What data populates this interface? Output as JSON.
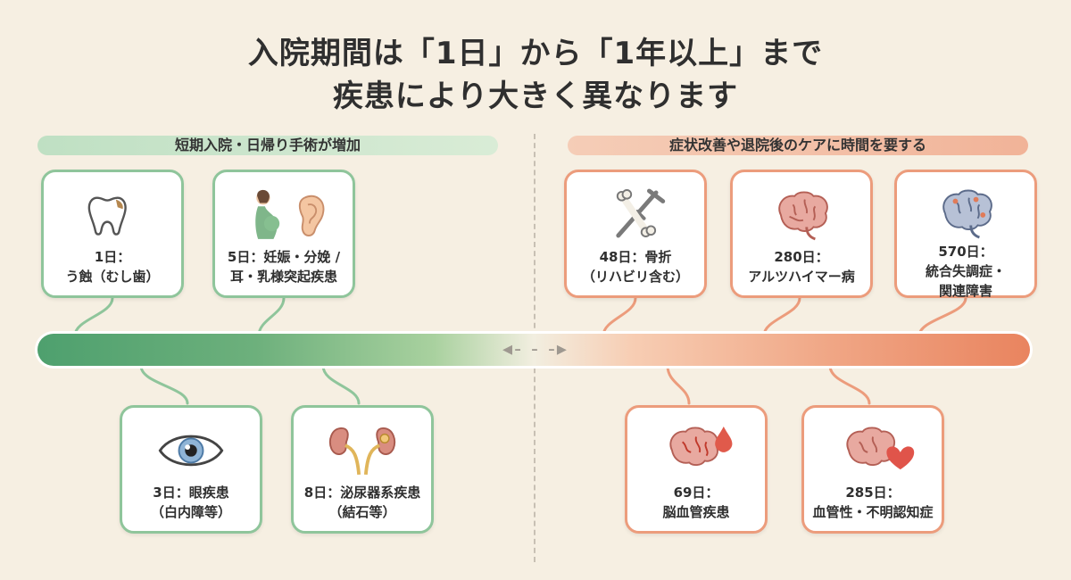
{
  "title": {
    "line1": "入院期間は「1日」から「1年以上」まで",
    "line2": "疾患により大きく異なります"
  },
  "bands": {
    "left": "短期入院・日帰り手術が増加",
    "right": "症状改善や退院後のケアに時間を要する"
  },
  "timeline": {
    "arrow_symbol": "◂- - -▸"
  },
  "colors": {
    "green": "#8fc59b",
    "orange": "#ec9c7c",
    "background": "#f6efe2"
  },
  "cards": [
    {
      "line1": "1日：",
      "line2": "う蝕（むし歯）",
      "icon": "tooth-icon"
    },
    {
      "line1": "5日：妊娠・分娩 /",
      "line2": "耳・乳様突起疾患",
      "icon": "pregnancy-ear-icon"
    },
    {
      "line1": "3日：眼疾患",
      "line2": "（白内障等）",
      "icon": "eye-icon"
    },
    {
      "line1": "8日：泌尿器系疾患",
      "line2": "（結石等）",
      "icon": "kidney-icon"
    },
    {
      "line1": "48日：骨折",
      "line2": "（リハビリ含む）",
      "icon": "crutch-bone-icon"
    },
    {
      "line1": "280日：",
      "line2": "アルツハイマー病",
      "icon": "brain-icon"
    },
    {
      "line1": "570日：",
      "line2": "統合失調症・",
      "line3": "関連障害",
      "icon": "brain-network-icon"
    },
    {
      "line1": "69日：",
      "line2": "脳血管疾患",
      "icon": "brain-blood-icon"
    },
    {
      "line1": "285日：",
      "line2": "血管性・不明認知症",
      "icon": "brain-heart-icon"
    }
  ]
}
